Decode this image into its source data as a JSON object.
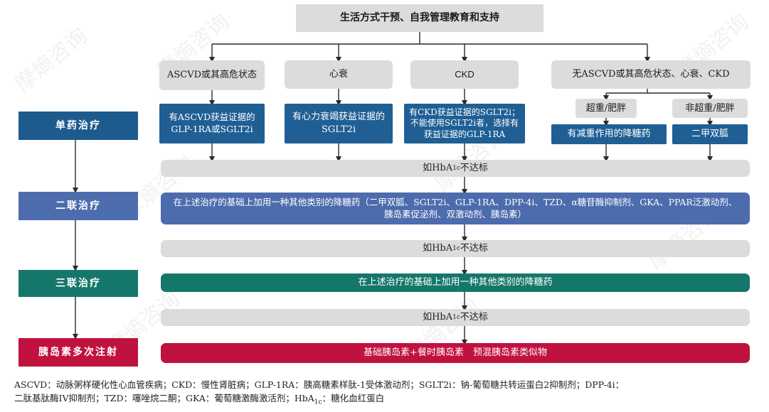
{
  "top_box": "生活方式干预、自我管理教育和支持",
  "categories": [
    "ASCVD或其高危状态",
    "心衰",
    "CKD",
    "无ASCVD或其高危状态、心衰、CKD"
  ],
  "sub_categories": [
    "超重/肥胖",
    "非超重/肥胖"
  ],
  "mono_options": [
    "有ASCVD获益证据的GLP-1RA或SGLT2i",
    "有心力衰竭获益证据的SGLT2i",
    "有CKD获益证据的SGLT2i；不能使用SGLT2i者，选择有获益证据的GLP-1RA",
    "有减重作用的降糖药",
    "二甲双胍"
  ],
  "not_reached": {
    "prefix": "如HbA",
    "sub": "1c",
    "suffix": "不达标"
  },
  "stages": {
    "mono": "单药治疗",
    "dual": "二联治疗",
    "triple": "三联治疗",
    "insulin": "胰岛素多次注射"
  },
  "dual_text": "在上述治疗的基础上加用一种其他类别的降糖药（二甲双胍、SGLT2i、GLP-1RA、DPP-4i、TZD、α糖苷酶抑制剂、GKA、PPAR泛激动剂、胰岛素促泌剂、双激动剂、胰岛素）",
  "triple_text": "在上述治疗的基础上加用一种其他类别的降糖药",
  "insulin_text": "基础胰岛素+餐时胰岛素　预混胰岛素类似物",
  "footnote": {
    "line1": "ASCVD：动脉粥样硬化性心血管疾病；CKD：慢性肾脏病；GLP-1RA：胰高糖素样肽-1受体激动剂；SGLT2i：钠-葡萄糖共转运蛋白2抑制剂；DPP-4i：",
    "line2_pre": "二肽基肽酶IV抑制剂；TZD：噻唑烷二酮；GKA：葡萄糖激酶激活剂；HbA",
    "line2_sub": "1c",
    "line2_post": "：糖化血红蛋白"
  },
  "watermark": "摩熵咨询",
  "colors": {
    "mono": "#1d5b8f",
    "dual": "#4d6cad",
    "triple": "#15776a",
    "insulin": "#c0123f",
    "gray": "#dcdcdc",
    "arrow": "#2a2a2a"
  }
}
